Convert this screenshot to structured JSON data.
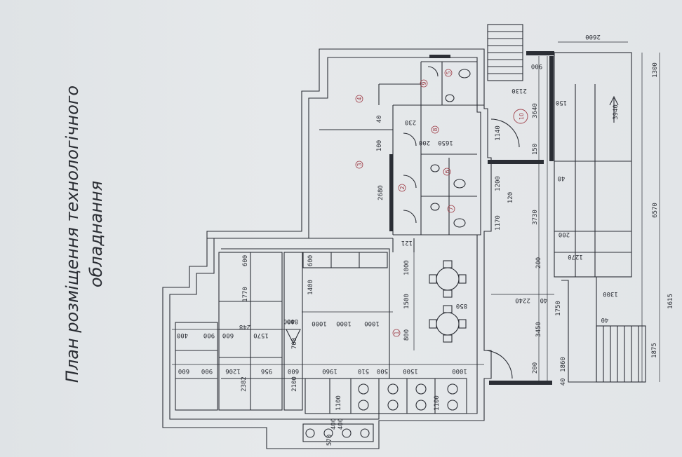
{
  "title": {
    "line1": "План розміщення технологічного",
    "line2": "обладнання"
  },
  "rooms": [
    {
      "id": "r1",
      "label": "1"
    },
    {
      "id": "r2",
      "label": "2"
    },
    {
      "id": "r3",
      "label": "3"
    },
    {
      "id": "r4",
      "label": "4"
    },
    {
      "id": "r5",
      "label": "5"
    },
    {
      "id": "r6",
      "label": "6"
    },
    {
      "id": "r7",
      "label": "7"
    },
    {
      "id": "r8",
      "label": "8"
    },
    {
      "id": "r9",
      "label": "9"
    },
    {
      "id": "r10",
      "label": "10"
    }
  ],
  "dims": {
    "d2600": "2600",
    "d1300a": "1300",
    "d900": "900",
    "d2130": "2130",
    "d3640": "3640",
    "d3940": "3940",
    "d150a": "150",
    "d150b": "150",
    "d1140": "1140",
    "d6570": "6570",
    "d1200": "1200",
    "d40a": "40",
    "d3730": "3730",
    "d1170": "1170",
    "d120": "120",
    "d200a": "200",
    "d1270": "1270",
    "d200b": "200",
    "d1300b": "1300",
    "d2240": "2240",
    "d40b": "40",
    "d1615": "1615",
    "d1750": "1750",
    "d3450": "3450",
    "d1875": "1875",
    "d1860": "1860",
    "d40c": "40",
    "d200c": "200",
    "d230": "230",
    "d1650": "1650",
    "d200d": "200",
    "d2680": "2680",
    "d100a": "100",
    "d40d": "40",
    "d121": "121",
    "d1000a": "1000",
    "d1500a": "1500",
    "d800a": "800",
    "d850": "850",
    "d600a": "600",
    "d1400": "1400",
    "d1000b": "1000",
    "d1000c": "1000",
    "d600b": "600",
    "d1770": "1770",
    "d700": "700",
    "d2100": "2100",
    "d1960": "1960",
    "d1100a": "1100",
    "d510": "510",
    "d500": "500",
    "d1500b": "1500",
    "d1100b": "1100",
    "d1000d": "1000",
    "d400a": "400",
    "d900b": "900",
    "d600c": "600",
    "d1570": "1570",
    "d248": "248",
    "d400b": "400",
    "d600d": "600",
    "d900c": "900",
    "d1206": "1206",
    "d956": "956",
    "d600e": "600",
    "d2382": "2382",
    "d400c": "400",
    "d570": "570",
    "d400d": "400",
    "d40e": "40",
    "d800b": "800",
    "d1000e": "1000"
  }
}
